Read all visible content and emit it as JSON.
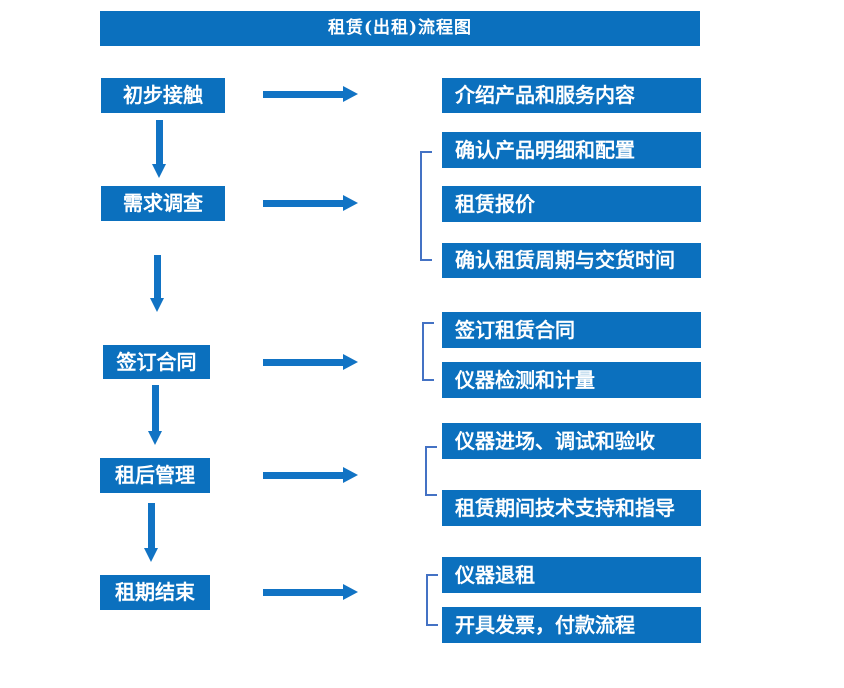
{
  "title": "租赁(出租)流程图",
  "colors": {
    "box_blue": "#0B70BE",
    "arrow_blue": "#1173C4",
    "bracket_blue": "#4472C4",
    "text_white": "#FFFFFF",
    "background": "#FFFFFF"
  },
  "icons": {
    "right_arrow": "css-triangle-right",
    "down_arrow": "css-triangle-down",
    "group_bracket": "square-bracket-left"
  },
  "steps": [
    {
      "label": "初步接触",
      "details": [
        "介绍产品和服务内容"
      ]
    },
    {
      "label": "需求调查",
      "details": [
        "确认产品明细和配置",
        "租赁报价",
        "确认租赁周期与交货时间"
      ]
    },
    {
      "label": "签订合同",
      "details": [
        "签订租赁合同",
        "仪器检测和计量"
      ]
    },
    {
      "label": "租后管理",
      "details": [
        "仪器进场、调试和验收",
        "租赁期间技术支持和指导"
      ]
    },
    {
      "label": "租期结束",
      "details": [
        "仪器退租",
        "开具发票，付款流程"
      ]
    }
  ]
}
